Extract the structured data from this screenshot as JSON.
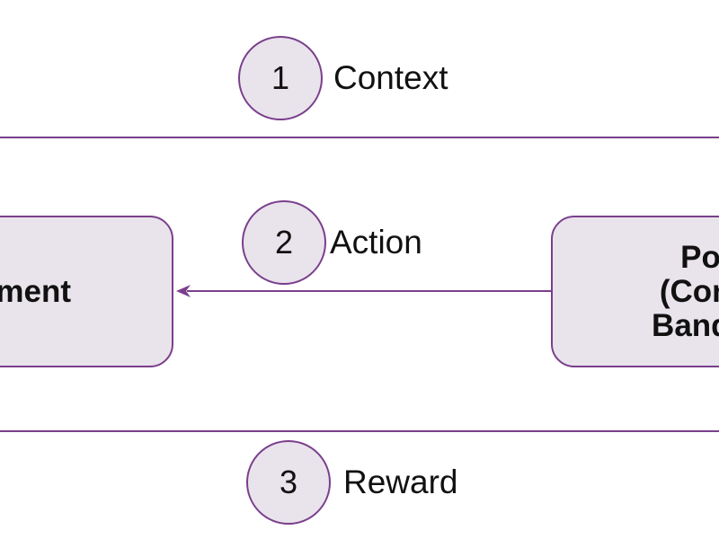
{
  "diagram": {
    "steps": [
      {
        "number": "1",
        "label": "Context"
      },
      {
        "number": "2",
        "label": "Action"
      },
      {
        "number": "3",
        "label": "Reward"
      }
    ],
    "environment_box": {
      "label": "nment"
    },
    "policy_box": {
      "lines": [
        "Po",
        "(Cont",
        "Bandit"
      ]
    }
  },
  "colors": {
    "stroke": "#7a3f8c",
    "fill": "#e9e3ec",
    "text": "#111111"
  }
}
